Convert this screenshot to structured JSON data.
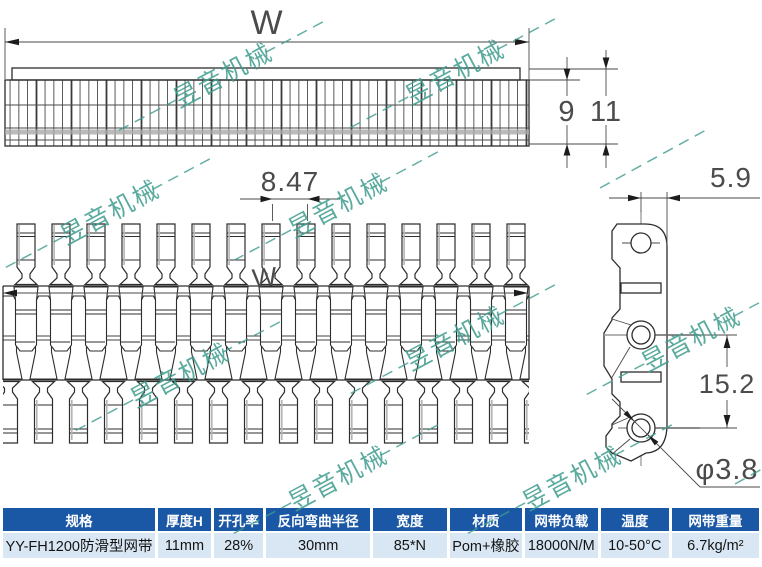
{
  "drawing": {
    "dimensions": {
      "top_width_label": "W",
      "plan_width_label": "W",
      "thickness_inner": "9",
      "thickness_outer": "11",
      "pitch": "8.47",
      "edge_width": "5.9",
      "hole_spacing": "15.2",
      "hole_diameter": "φ3.8"
    },
    "watermark": {
      "text": "昱音机械",
      "color": "#3E9C8E"
    }
  },
  "table": {
    "header_bg": "#1A57A5",
    "row_bg": "#D9E7F4",
    "headers": [
      "规格",
      "厚度H",
      "开孔率",
      "反向弯曲半径",
      "宽度",
      "材质",
      "网带负载",
      "温度",
      "网带重量"
    ],
    "values": [
      "YY-FH1200防滑型网带",
      "11mm",
      "28%",
      "30mm",
      "85*N",
      "Pom+橡胶",
      "18000N/M",
      "10-50°C",
      "6.7kg/m²"
    ]
  }
}
